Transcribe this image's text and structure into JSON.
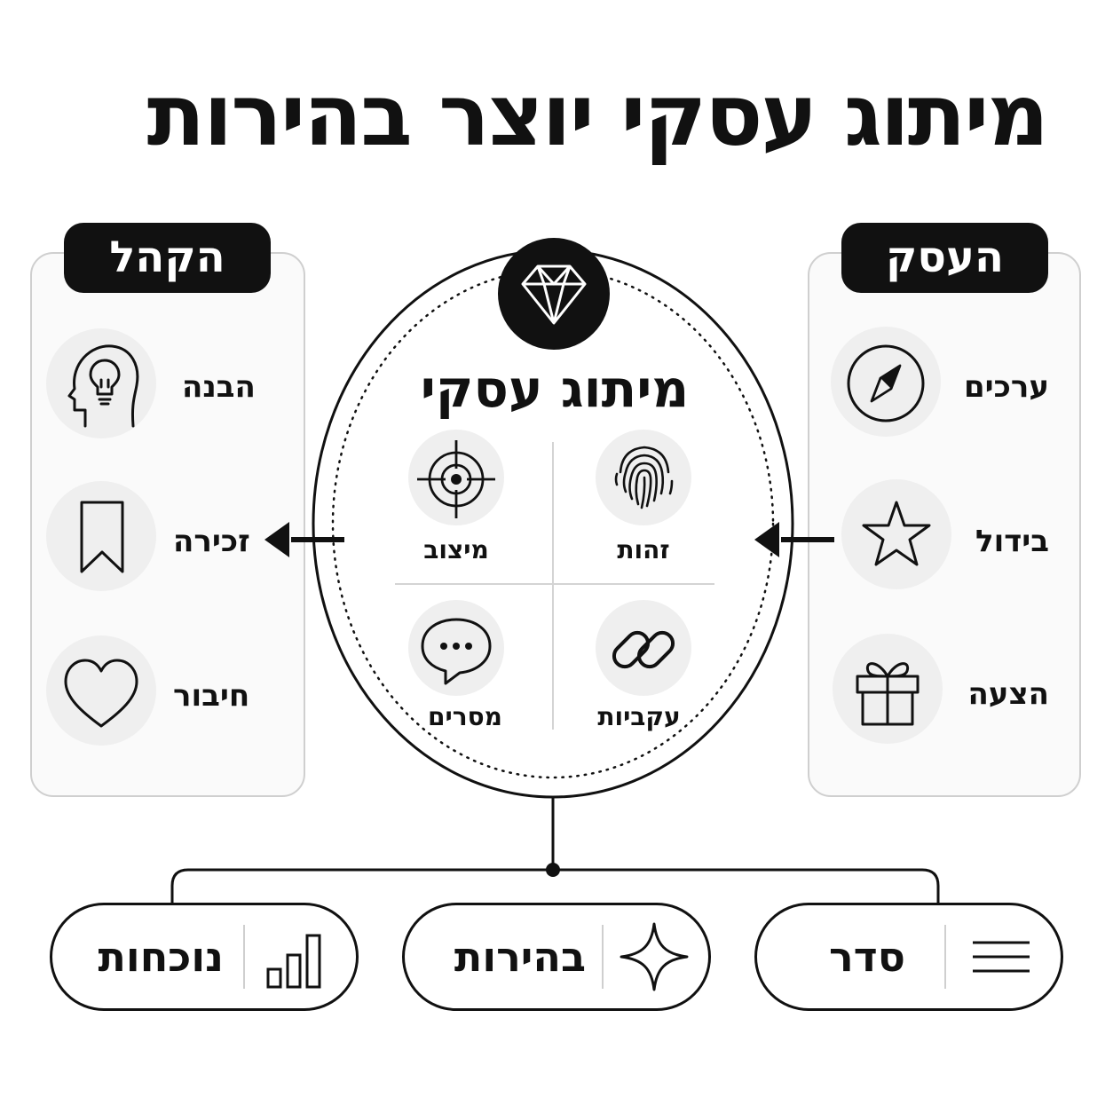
{
  "title": "מיתוג עסקי יוצר בהירות",
  "center": {
    "title": "מיתוג עסקי",
    "icon": "diamond-icon",
    "quadrants": [
      {
        "label": "זהות",
        "icon": "fingerprint-icon"
      },
      {
        "label": "מיצוב",
        "icon": "target-icon"
      },
      {
        "label": "עקביות",
        "icon": "link-icon"
      },
      {
        "label": "מסרים",
        "icon": "chat-bubble-icon"
      }
    ]
  },
  "business": {
    "title": "העסק",
    "items": [
      {
        "label": "ערכים",
        "icon": "compass-icon"
      },
      {
        "label": "בידול",
        "icon": "star-icon"
      },
      {
        "label": "הצעה",
        "icon": "gift-icon"
      }
    ]
  },
  "audience": {
    "title": "הקהל",
    "items": [
      {
        "label": "הבנה",
        "icon": "head-lightbulb-icon"
      },
      {
        "label": "זכירה",
        "icon": "bookmark-icon"
      },
      {
        "label": "חיבור",
        "icon": "heart-icon"
      }
    ]
  },
  "outcomes": [
    {
      "label": "סדר",
      "icon": "menu-lines-icon"
    },
    {
      "label": "בהירות",
      "icon": "sparkle-icon"
    },
    {
      "label": "נוכחות",
      "icon": "bar-chart-icon"
    }
  ],
  "colors": {
    "ink": "#111111",
    "panel_border": "#cfcfcf",
    "icon_disc": "#efefef",
    "background": "#ffffff"
  }
}
